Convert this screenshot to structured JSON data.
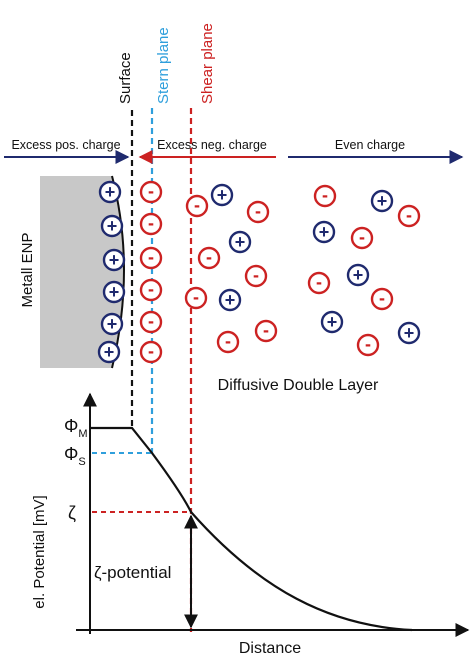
{
  "plane_labels": {
    "surface": "Surface",
    "stern_plane": "Stern plane",
    "shear_plane": "Shear plane"
  },
  "region_labels": {
    "excess_pos": "Excess pos. charge",
    "excess_neg": "Excess neg. charge",
    "even": "Even charge",
    "particle": "Metall ENP",
    "diffuse_layer": "Diffusive Double Layer"
  },
  "axis_labels": {
    "y": "el. Potential [mV]",
    "x": "Distance"
  },
  "potential_labels": {
    "phi_m": "Φ",
    "phi_m_sub": "M",
    "phi_s": "Φ",
    "phi_s_sub": "S",
    "zeta": "ζ",
    "zeta_potential": "ζ-potential"
  },
  "ion_symbols": {
    "positive": "+",
    "negative": "-"
  },
  "colors": {
    "positive": "#1f2a6e",
    "negative": "#cc2222",
    "stern": "#2f9fdc",
    "shear": "#cc2222",
    "surface": "#111111",
    "particle": "#c8c8c8",
    "arrow_pos": "#1f2a6e",
    "arrow_neg": "#cc2222"
  }
}
